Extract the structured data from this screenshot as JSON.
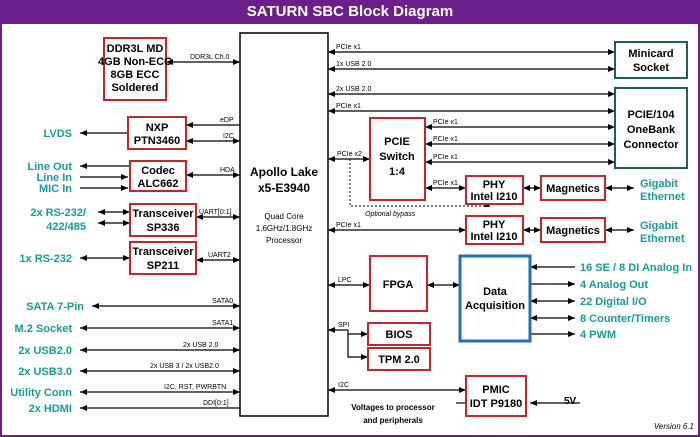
{
  "title": "SATURN SBC Block Diagram",
  "version": "Version 6.1",
  "colors": {
    "frame": "#6a1f8a",
    "red_box": "#c0272d",
    "teal_box": "#1f5e5e",
    "blue_box": "#1f6fbf",
    "teal_text": "#1a9a9a"
  },
  "blocks": {
    "ddr": [
      "DDR3L MD",
      "4GB Non-ECC",
      "8GB ECC",
      "Soldered"
    ],
    "nxp": [
      "NXP",
      "PTN3460"
    ],
    "codec": [
      "Codec",
      "ALC662"
    ],
    "trans1": [
      "Transceiver",
      "SP336"
    ],
    "trans2": [
      "Transceiver",
      "SP211"
    ],
    "cpu": {
      "name": [
        "Apollo Lake",
        "x5-E3940"
      ],
      "desc": [
        "Quad Core",
        "1.6GHz/1.8GHz",
        "Processor"
      ]
    },
    "pcie_switch": [
      "PCIE",
      "Switch",
      "1:4"
    ],
    "phy1": [
      "PHY",
      "Intel I210"
    ],
    "phy2": [
      "PHY",
      "Intel I210"
    ],
    "mag1": "Magnetics",
    "mag2": "Magnetics",
    "minicard": [
      "Minicard",
      "Socket"
    ],
    "pcie104": [
      "PCIE/104",
      "OneBank",
      "Connector"
    ],
    "fpga": "FPGA",
    "daq": [
      "Data",
      "Acquisition"
    ],
    "bios": "BIOS",
    "tpm": "TPM 2.0",
    "pmic": [
      "PMIC",
      "IDT P9180"
    ]
  },
  "io_left": {
    "lvds": "LVDS",
    "line_out": "Line Out",
    "line_in": "Line In",
    "mic_in": "MIC In",
    "rs232_422": [
      "2x RS-232/",
      "422/485"
    ],
    "rs232": "1x RS-232",
    "sata": "SATA 7-Pin",
    "m2": "M.2 Socket",
    "usb2": "2x USB2.0",
    "usb3": "2x USB3.0",
    "utility": "Utility Conn",
    "hdmi": "2x HDMI"
  },
  "io_right": {
    "gbe1": [
      "Gigabit",
      "Ethernet"
    ],
    "gbe2": [
      "Gigabit",
      "Ethernet"
    ],
    "analog_in": "16 SE / 8 DI Analog In",
    "analog_out": "4 Analog Out",
    "dio": "22 Digital I/O",
    "counters": "8 Counter/Timers",
    "pwm": "4 PWM",
    "v5": "5V"
  },
  "bus_labels": {
    "ddr": "DDR3L Ch.0",
    "edp": "eDP",
    "i2c_nxp": "I2C",
    "hda": "HDA",
    "uart01": "UART[0:1]",
    "uart2": "UART2",
    "sata0": "SATA0",
    "sata1": "SATA1",
    "usb20": "2x USB 2.0",
    "usb3usb2": "2x USB 3 / 2x USB2.0",
    "i2c_rst": "I2C, RST, PWRBTN",
    "ddi": "DDI[0:1]",
    "pcie_mini": "PCIe x1",
    "usb_mini": "1x USB 2.0",
    "usb_104": "2x USB 2.0",
    "pcie_104": "PCIe x1",
    "pcie_x2": "PCIe x2",
    "sw_p1": "PCIe x1",
    "sw_p2": "PCIe x1",
    "sw_p3": "PCIe x1",
    "sw_p4": "PCIe x1",
    "pcie_phy2": "PCIe x1",
    "lpc": "LPC",
    "spi": "SPI",
    "i2c_pmic": "I2C",
    "bypass": "Optional bypass",
    "voltages": [
      "Voltages to processor",
      "and peripherals"
    ]
  }
}
